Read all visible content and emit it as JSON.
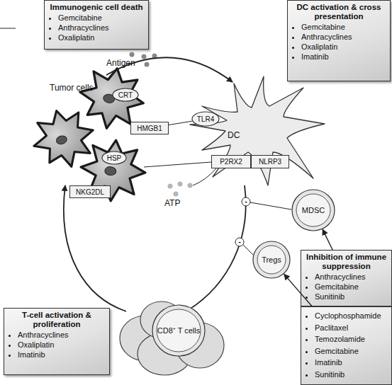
{
  "diagram": {
    "nodes": [
      {
        "text": [
          "Immunogenic cell death",
          "Gemcitabine",
          "Anthracyclines",
          "Oxaliplatin"
        ]
      },
      {
        "text": [
          "DC activation & cross presentation",
          "Gemcitabine",
          "Anthracyclines",
          "Oxaliplatin",
          "Imatinib"
        ]
      },
      {
        "text": [
          "CRT"
        ]
      },
      {
        "text": [
          "HMGB1"
        ]
      },
      {
        "text": [
          "TLR4"
        ]
      },
      {
        "text": [
          "HSP"
        ]
      },
      {
        "text": [
          "P2RX2"
        ]
      },
      {
        "text": [
          "NLRP3"
        ]
      },
      {
        "text": [
          "NKG2DL"
        ]
      },
      {
        "text": [
          "MDSC"
        ]
      },
      {
        "text": [
          "Inhibition of immune suppression",
          "Anthracyclines",
          "Gemcitabine",
          "Sunitinib"
        ]
      },
      {
        "text": [
          "Tregs"
        ]
      },
      {
        "text": [
          "Cyclophosphamide",
          "Paclitaxel",
          "Temozolamide",
          "Gemcitabine",
          "Imatinib",
          "Sunitinib"
        ]
      },
      {
        "text": [
          "CD8⁺ T cells"
        ]
      },
      {
        "text": [
          "T-cell activation & proliferation",
          "Anthracyclines",
          "Oxaliplatin",
          "Imatinib"
        ]
      }
    ],
    "edges": [
      {
        "from": 3,
        "to": 4,
        "arrow": "none"
      },
      {
        "from": 10,
        "to": 9,
        "arrow": "to"
      },
      {
        "from": 12,
        "to": 11,
        "arrow": "to"
      }
    ],
    "labels": [
      "Antigen",
      "Tumor cells",
      "ATP",
      "DC",
      "-",
      "-"
    ]
  }
}
